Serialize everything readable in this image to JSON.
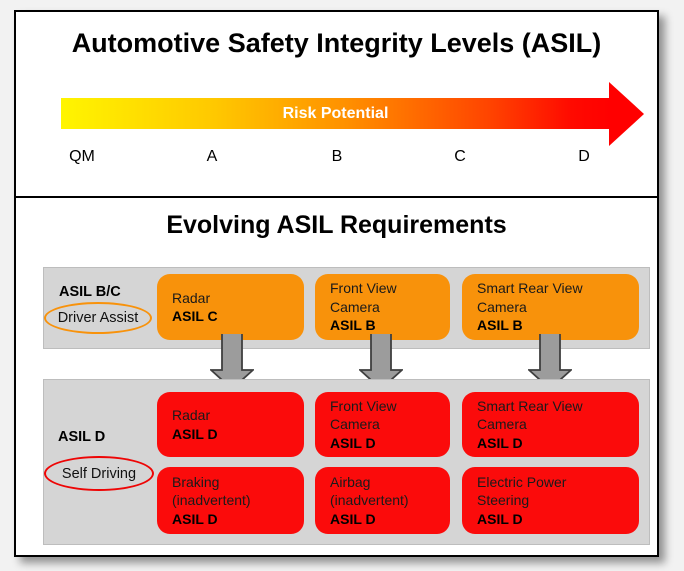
{
  "page_title": "Automotive Safety Integrity Levels (ASIL)",
  "risk_arrow": {
    "label": "Risk Potential",
    "levels": [
      "QM",
      "A",
      "B",
      "C",
      "D"
    ],
    "gradient_start": "#FFF500",
    "gradient_end": "#FF0000"
  },
  "evolving": {
    "title": "Evolving ASIL Requirements",
    "panels": [
      {
        "level_label": "ASIL B/C",
        "category": "Driver Assist",
        "accent_color": "#F8920B",
        "boxes": [
          {
            "name": "Radar",
            "asil": "ASIL C"
          },
          {
            "name": "Front View\nCamera",
            "asil": "ASIL B"
          },
          {
            "name": "Smart Rear View\nCamera",
            "asil": "ASIL B"
          }
        ]
      },
      {
        "level_label": "ASIL D",
        "category": "Self Driving",
        "accent_color": "#EE0505",
        "boxes": [
          {
            "name": "Radar",
            "asil": "ASIL D"
          },
          {
            "name": "Front View\nCamera",
            "asil": "ASIL D"
          },
          {
            "name": "Smart Rear View\nCamera",
            "asil": "ASIL D"
          },
          {
            "name": "Braking\n(inadvertent)",
            "asil": "ASIL D"
          },
          {
            "name": "Airbag\n(inadvertent)",
            "asil": "ASIL D"
          },
          {
            "name": "Electric Power\nSteering",
            "asil": "ASIL D"
          }
        ]
      }
    ]
  },
  "colors": {
    "orange_box": "#F8920B",
    "red_box": "#FB0B0B",
    "panel_gray": "#D5D5D5",
    "flow_arrow_gray": "#9C9C9C"
  }
}
